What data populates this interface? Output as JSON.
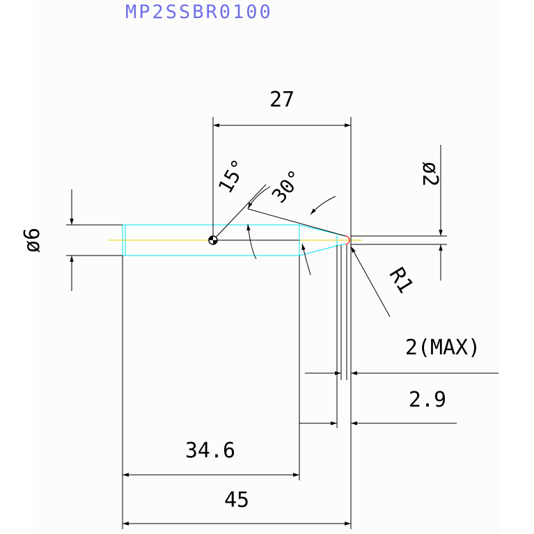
{
  "title": "MP2SSBR0100",
  "colors": {
    "title": "#6f6fe8",
    "dimension": "#000000",
    "outline": "#00e5f5",
    "centerline": "#e8d400",
    "tip": "#ff0000",
    "paper": "#fcfcfb"
  },
  "dimensions": {
    "length_27": "27",
    "diameter_2": "ø2",
    "angle_15": "15°",
    "angle_30": "30°",
    "diameter_6": "ø6",
    "radius_1": "R1",
    "max_2": "2(MAX)",
    "length_2_9": "2.9",
    "length_34_6": "34.6",
    "length_45": "45"
  }
}
